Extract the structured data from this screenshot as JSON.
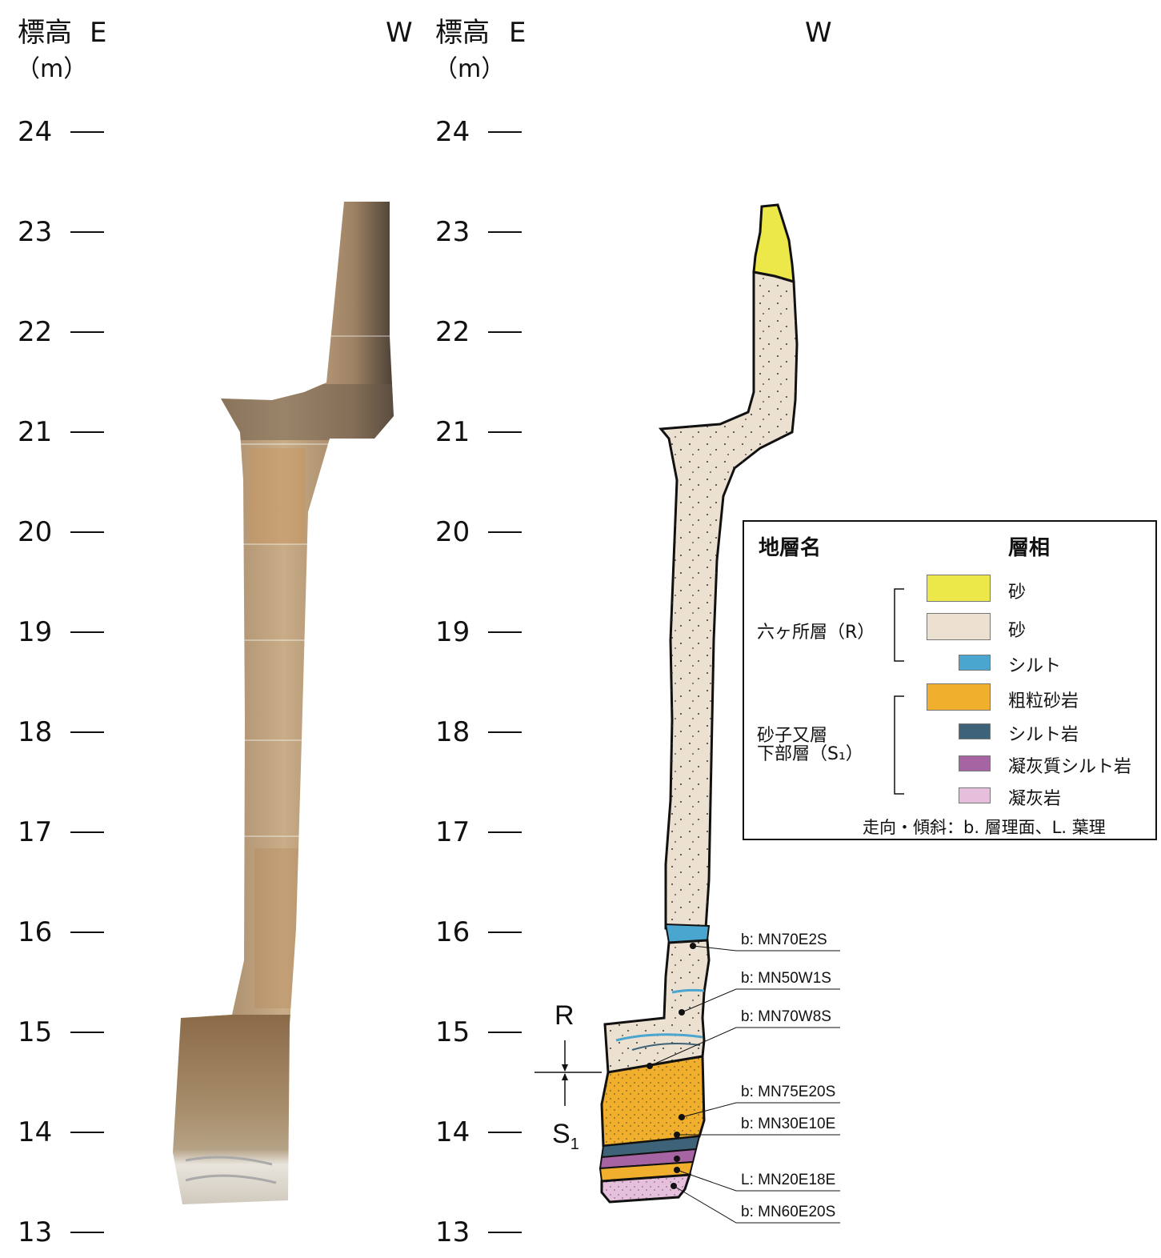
{
  "left_panel": {
    "elevation_label": "標高",
    "east_label": "E",
    "unit_label": "（m）",
    "west_label": "W",
    "ticks": [
      "24",
      "23",
      "22",
      "21",
      "20",
      "19",
      "18",
      "17",
      "16",
      "15",
      "14",
      "13"
    ]
  },
  "right_panel": {
    "elevation_label": "標高",
    "east_label": "E",
    "unit_label": "（m）",
    "west_label": "W",
    "ticks": [
      "24",
      "23",
      "22",
      "21",
      "20",
      "19",
      "18",
      "17",
      "16",
      "15",
      "14",
      "13"
    ],
    "boundary_upper": "R",
    "boundary_lower": "S",
    "boundary_lower_sub": "1"
  },
  "legend": {
    "header_formation": "地層名",
    "header_facies": "層相",
    "group_r": "六ヶ所層（R）",
    "group_s_line1": "砂子又層",
    "group_s_line2": "下部層（S₁）",
    "items": [
      {
        "label": "砂",
        "color": "#ece84a"
      },
      {
        "label": "砂",
        "color": "#ece1d0"
      },
      {
        "label": "シルト",
        "color": "#4ba6cf"
      },
      {
        "label": "粗粒砂岩",
        "color": "#f0b02e"
      },
      {
        "label": "シルト岩",
        "color": "#3e6378"
      },
      {
        "label": "凝灰質シルト岩",
        "color": "#a764a3"
      },
      {
        "label": "凝灰岩",
        "color": "#e5bfdc"
      }
    ],
    "note": "走向・傾斜：b. 層理面、L. 葉理"
  },
  "attitudes": [
    "b: MN70E2S",
    "b: MN50W1S",
    "b: MN70W8S",
    "b: MN75E20S",
    "b: MN30E10E",
    "L: MN20E18E",
    "b: MN60E20S"
  ]
}
